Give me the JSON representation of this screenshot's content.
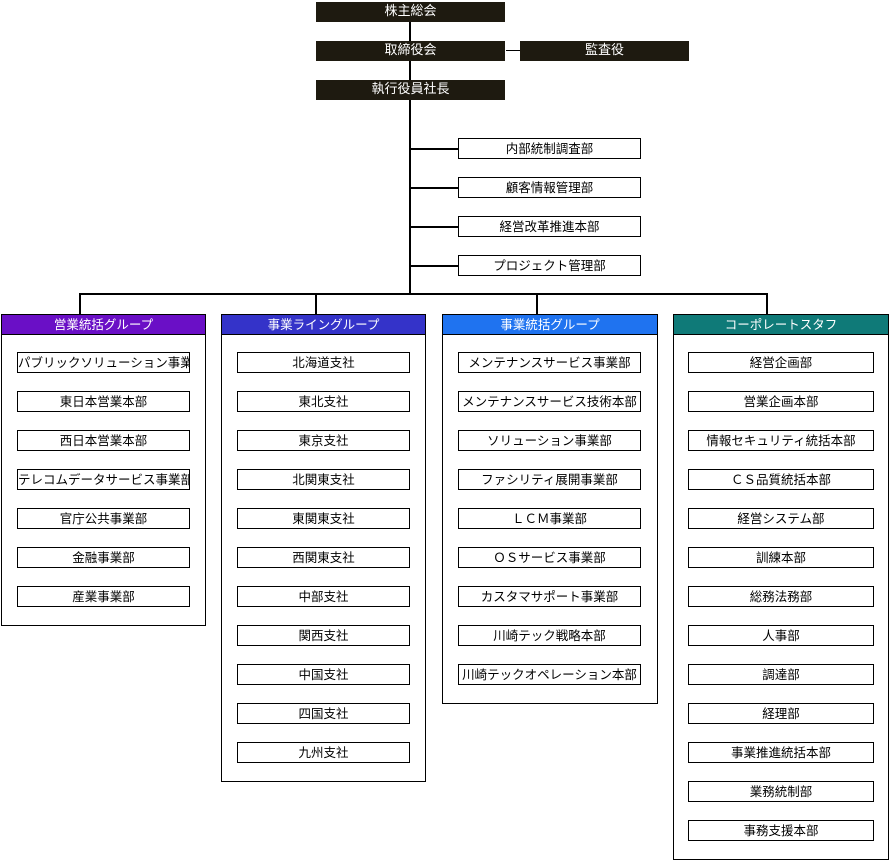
{
  "top": {
    "shareholders": "株主総会",
    "board": "取締役会",
    "auditor": "監査役",
    "president": "執行役員社長"
  },
  "staff": [
    "内部統制調査部",
    "顧客情報管理部",
    "経営改革推進本部",
    "プロジェクト管理部"
  ],
  "colors": {
    "top": "#1e1a10",
    "g0": "#6a0fc6",
    "g1": "#3433c9",
    "g2": "#1f73f0",
    "g3": "#0f7a78"
  },
  "groups": [
    {
      "name": "営業統括グループ",
      "items": [
        "パブリックソリューション事業部",
        "東日本営業本部",
        "西日本営業本部",
        "テレコムデータサービス事業部",
        "官庁公共事業部",
        "金融事業部",
        "産業事業部"
      ]
    },
    {
      "name": "事業ライングループ",
      "items": [
        "北海道支社",
        "東北支社",
        "東京支社",
        "北関東支社",
        "東関東支社",
        "西関東支社",
        "中部支社",
        "関西支社",
        "中国支社",
        "四国支社",
        "九州支社"
      ]
    },
    {
      "name": "事業統括グループ",
      "items": [
        "メンテナンスサービス事業部",
        "メンテナンスサービス技術本部",
        "ソリューション事業部",
        "ファシリティ展開事業部",
        "ＬＣＭ事業部",
        "ＯＳサービス事業部",
        "カスタマサポート事業部",
        "川崎テック戦略本部",
        "川崎テックオペレーション本部"
      ]
    },
    {
      "name": "コーポレートスタフ",
      "items": [
        "経営企画部",
        "営業企画本部",
        "情報セキュリティ統括本部",
        "ＣＳ品質統括本部",
        "経営システム部",
        "訓練本部",
        "総務法務部",
        "人事部",
        "調達部",
        "経理部",
        "事業推進統括本部",
        "業務統制部",
        "事務支援本部"
      ]
    }
  ]
}
